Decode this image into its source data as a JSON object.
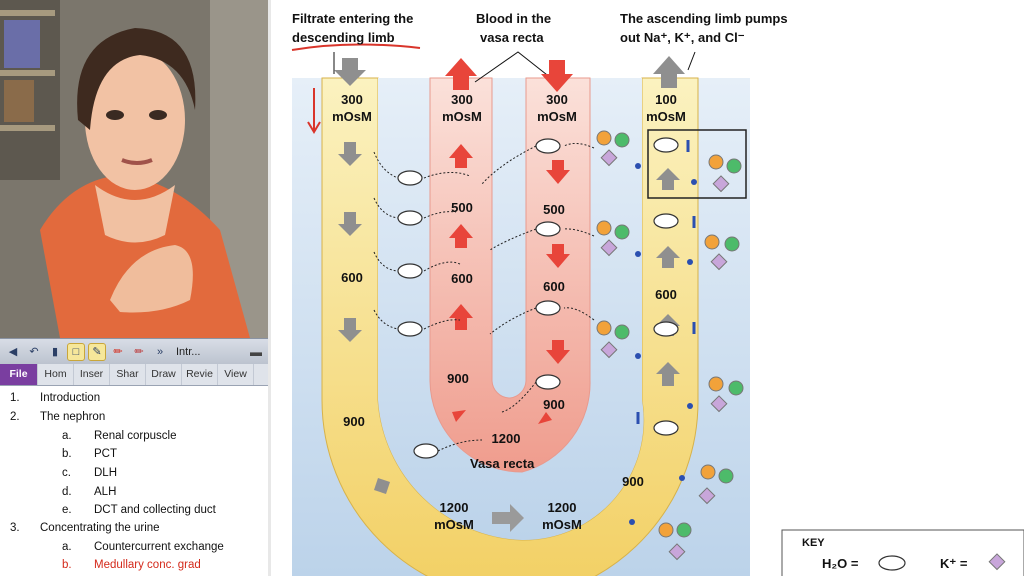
{
  "window": {
    "title": "Intr..."
  },
  "ribbon": {
    "tabs": [
      "File",
      "Hom",
      "Inser",
      "Shar",
      "Draw",
      "Revie",
      "View"
    ]
  },
  "outline": [
    {
      "num": "1.",
      "text": "Introduction"
    },
    {
      "num": "2.",
      "text": "The nephron"
    },
    {
      "num": "a.",
      "text": "Renal corpuscle"
    },
    {
      "num": "b.",
      "text": "PCT"
    },
    {
      "num": "c.",
      "text": "DLH"
    },
    {
      "num": "d.",
      "text": "ALH"
    },
    {
      "num": "e.",
      "text": "DCT and collecting duct"
    },
    {
      "num": "3.",
      "text": "Concentrating the urine"
    },
    {
      "num": "a.",
      "text": "Countercurrent exchange"
    },
    {
      "num": "b.",
      "text": "Medullary conc. grad"
    }
  ],
  "diagram": {
    "labels": {
      "filtrate_1": "Filtrate entering the",
      "filtrate_2": "descending limb",
      "blood_1": "Blood in the",
      "blood_2": "vasa recta",
      "ascending_1": "The ascending limb pumps",
      "ascending_2": "out Na⁺, K⁺, and Cl⁻",
      "vasa_recta": "Vasa recta"
    },
    "values": {
      "desc_300": "300",
      "desc_300_unit": "mOsM",
      "desc_600": "600",
      "desc_900": "900",
      "vasa_up_300": "300",
      "vasa_up_300_unit": "mOsM",
      "vasa_up_500": "500",
      "vasa_up_600": "600",
      "vasa_up_900": "900",
      "vasa_down_300": "300",
      "vasa_down_300_unit": "mOsM",
      "vasa_down_500": "500",
      "vasa_down_600": "600",
      "vasa_down_900": "900",
      "vasa_bottom": "1200",
      "asc_100": "100",
      "asc_100_unit": "mOsM",
      "asc_600": "600",
      "asc_900": "900",
      "bottom_left": "1200",
      "bottom_left_unit": "mOsM",
      "bottom_right": "1200",
      "bottom_right_unit": "mOsM"
    },
    "key": {
      "title": "KEY",
      "h2o": "H₂O =",
      "k": "K⁺ ="
    }
  },
  "colors": {
    "tubule": "#f6e08a",
    "vasa": "#f4b8ad",
    "interstitium": "#cfe0f0",
    "arrow_gray": "#9a9a9a",
    "arrow_red": "#e8453a",
    "onenote_purple": "#7a3ea0"
  }
}
